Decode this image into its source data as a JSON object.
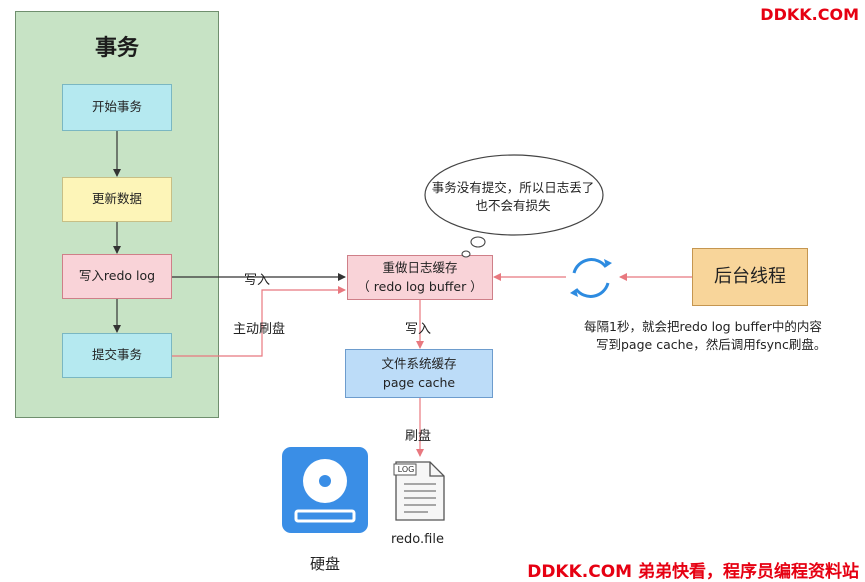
{
  "watermark_top": "DDKK.COM",
  "watermark_bottom": "DDKK.COM 弟弟快看，程序员编程资料站",
  "transaction": {
    "title": "事务",
    "steps": [
      "开始事务",
      "更新数据",
      "写入redo log",
      "提交事务"
    ]
  },
  "labels": {
    "write_in": "写入",
    "active_flush": "主动刷盘",
    "write_in_2": "写入",
    "flush": "刷盘"
  },
  "redo_buffer": {
    "line1": "重做日志缓存",
    "line2": "（ redo log buffer ）"
  },
  "page_cache": {
    "line1": "文件系统缓存",
    "line2": "page cache"
  },
  "bubble": {
    "line1": "事务没有提交，所以日志丢了",
    "line2": "也不会有损失"
  },
  "background_thread": "后台线程",
  "background_note": {
    "line1": "每隔1秒，就会把redo log buffer中的内容",
    "line2": "写到page cache，然后调用fsync刷盘。"
  },
  "disk_label": "硬盘",
  "file": {
    "tag": "LOG",
    "name": "redo.file"
  },
  "colors": {
    "brand": "#e60012",
    "arrow_red": "#e8787f",
    "arrow_dark": "#333333",
    "disk_blue": "#3a8ee6"
  }
}
